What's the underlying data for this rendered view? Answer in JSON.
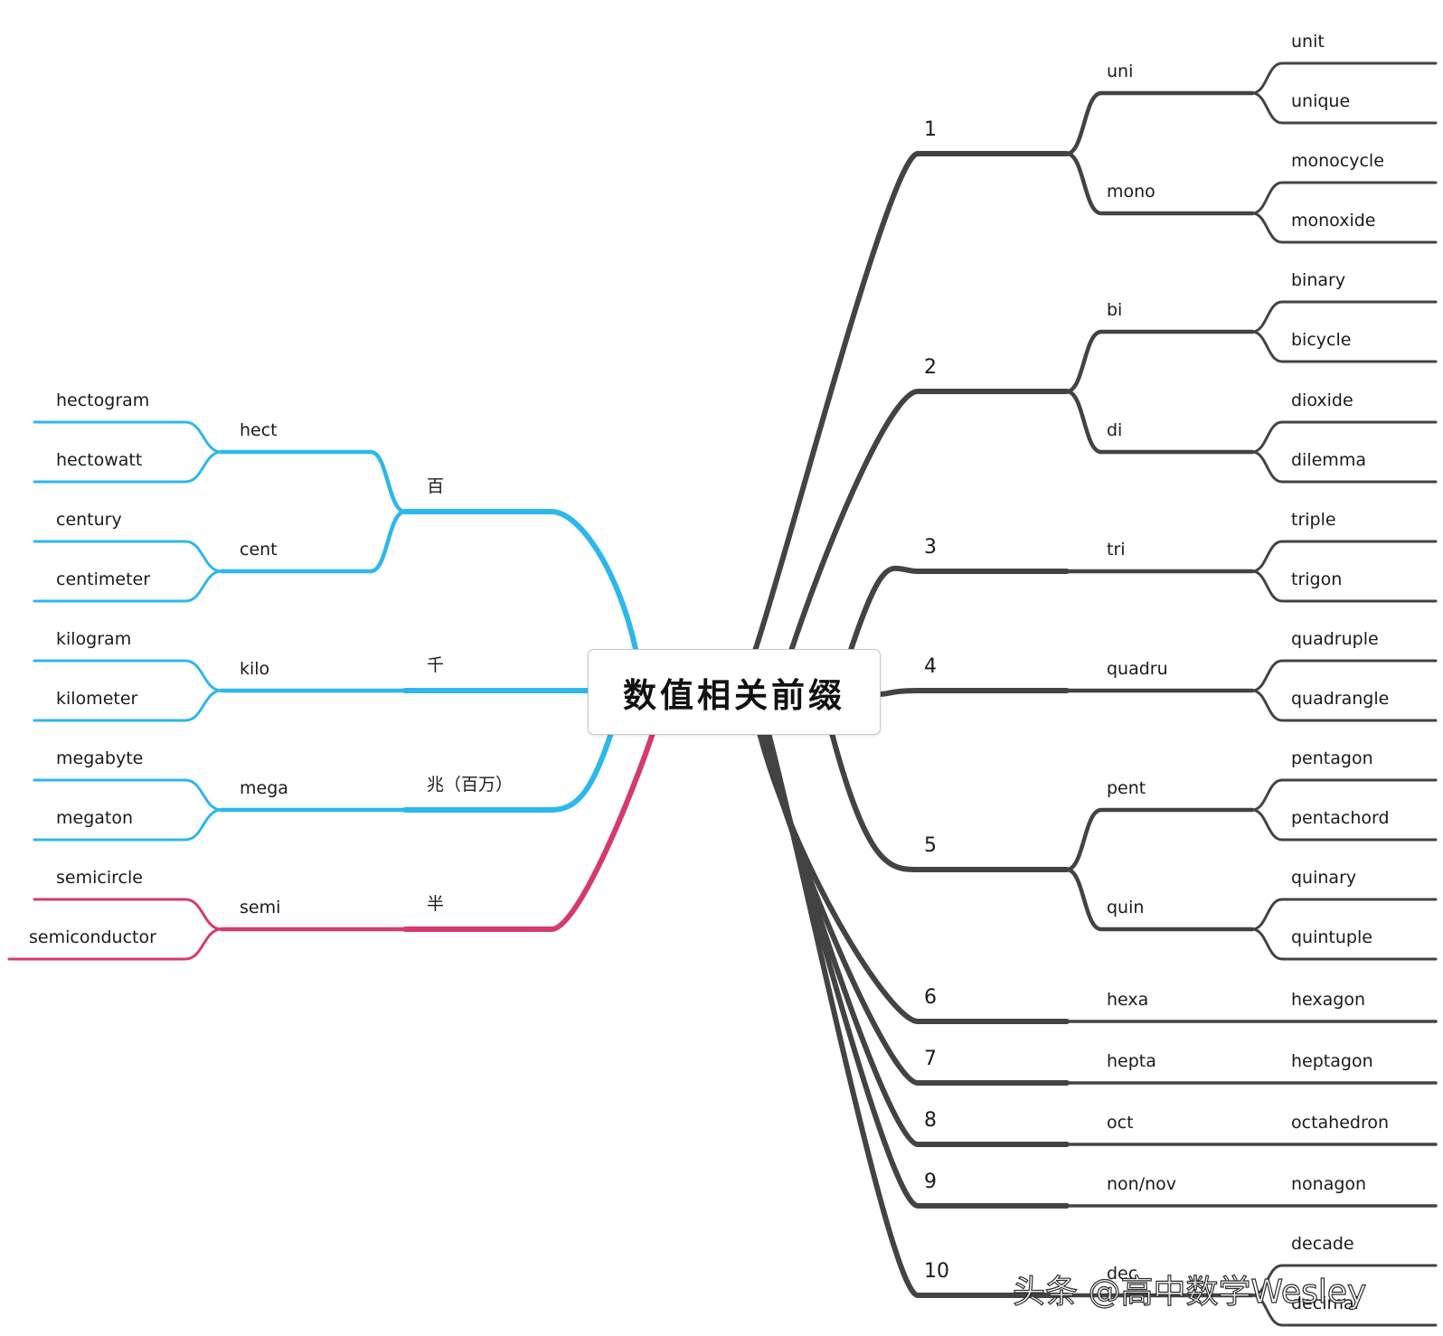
{
  "colors": {
    "right_branch": "#434343",
    "left_blue": "#2db7ec",
    "left_red": "#d53a6c"
  },
  "center": {
    "title": "数值相关前缀"
  },
  "right": [
    {
      "number": "1",
      "prefixes": [
        {
          "prefix": "uni",
          "words": [
            "unit",
            "unique"
          ]
        },
        {
          "prefix": "mono",
          "words": [
            "monocycle",
            "monoxide"
          ]
        }
      ]
    },
    {
      "number": "2",
      "prefixes": [
        {
          "prefix": "bi",
          "words": [
            "binary",
            "bicycle"
          ]
        },
        {
          "prefix": "di",
          "words": [
            "dioxide",
            "dilemma"
          ]
        }
      ]
    },
    {
      "number": "3",
      "prefixes": [
        {
          "prefix": "tri",
          "words": [
            "triple",
            "trigon"
          ]
        }
      ]
    },
    {
      "number": "4",
      "prefixes": [
        {
          "prefix": "quadru",
          "words": [
            "quadruple",
            "quadrangle"
          ]
        }
      ]
    },
    {
      "number": "5",
      "prefixes": [
        {
          "prefix": "pent",
          "words": [
            "pentagon",
            "pentachord"
          ]
        },
        {
          "prefix": "quin",
          "words": [
            "quinary",
            "quintuple"
          ]
        }
      ]
    },
    {
      "number": "6",
      "prefixes": [
        {
          "prefix": "hexa",
          "words": [
            "hexagon"
          ]
        }
      ]
    },
    {
      "number": "7",
      "prefixes": [
        {
          "prefix": "hepta",
          "words": [
            "heptagon"
          ]
        }
      ]
    },
    {
      "number": "8",
      "prefixes": [
        {
          "prefix": "oct",
          "words": [
            "octahedron"
          ]
        }
      ]
    },
    {
      "number": "9",
      "prefixes": [
        {
          "prefix": "non/nov",
          "words": [
            "nonagon"
          ]
        }
      ]
    },
    {
      "number": "10",
      "prefixes": [
        {
          "prefix": "dec",
          "words": [
            "decade",
            "decimal"
          ]
        }
      ]
    }
  ],
  "left": [
    {
      "label": "百",
      "prefixes": [
        {
          "prefix": "hect",
          "words": [
            "hectogram",
            "hectowatt"
          ]
        },
        {
          "prefix": "cent",
          "words": [
            "century",
            "centimeter"
          ]
        }
      ]
    },
    {
      "label": "千",
      "prefixes": [
        {
          "prefix": "kilo",
          "words": [
            "kilogram",
            "kilometer"
          ]
        }
      ]
    },
    {
      "label": "兆（百万）",
      "prefixes": [
        {
          "prefix": "mega",
          "words": [
            "megabyte",
            "megaton"
          ]
        }
      ]
    },
    {
      "label": "半",
      "prefixes": [
        {
          "prefix": "semi",
          "words": [
            "semicircle",
            "semiconductor"
          ]
        }
      ]
    }
  ],
  "watermark": "头条 @高中数学Wesley"
}
